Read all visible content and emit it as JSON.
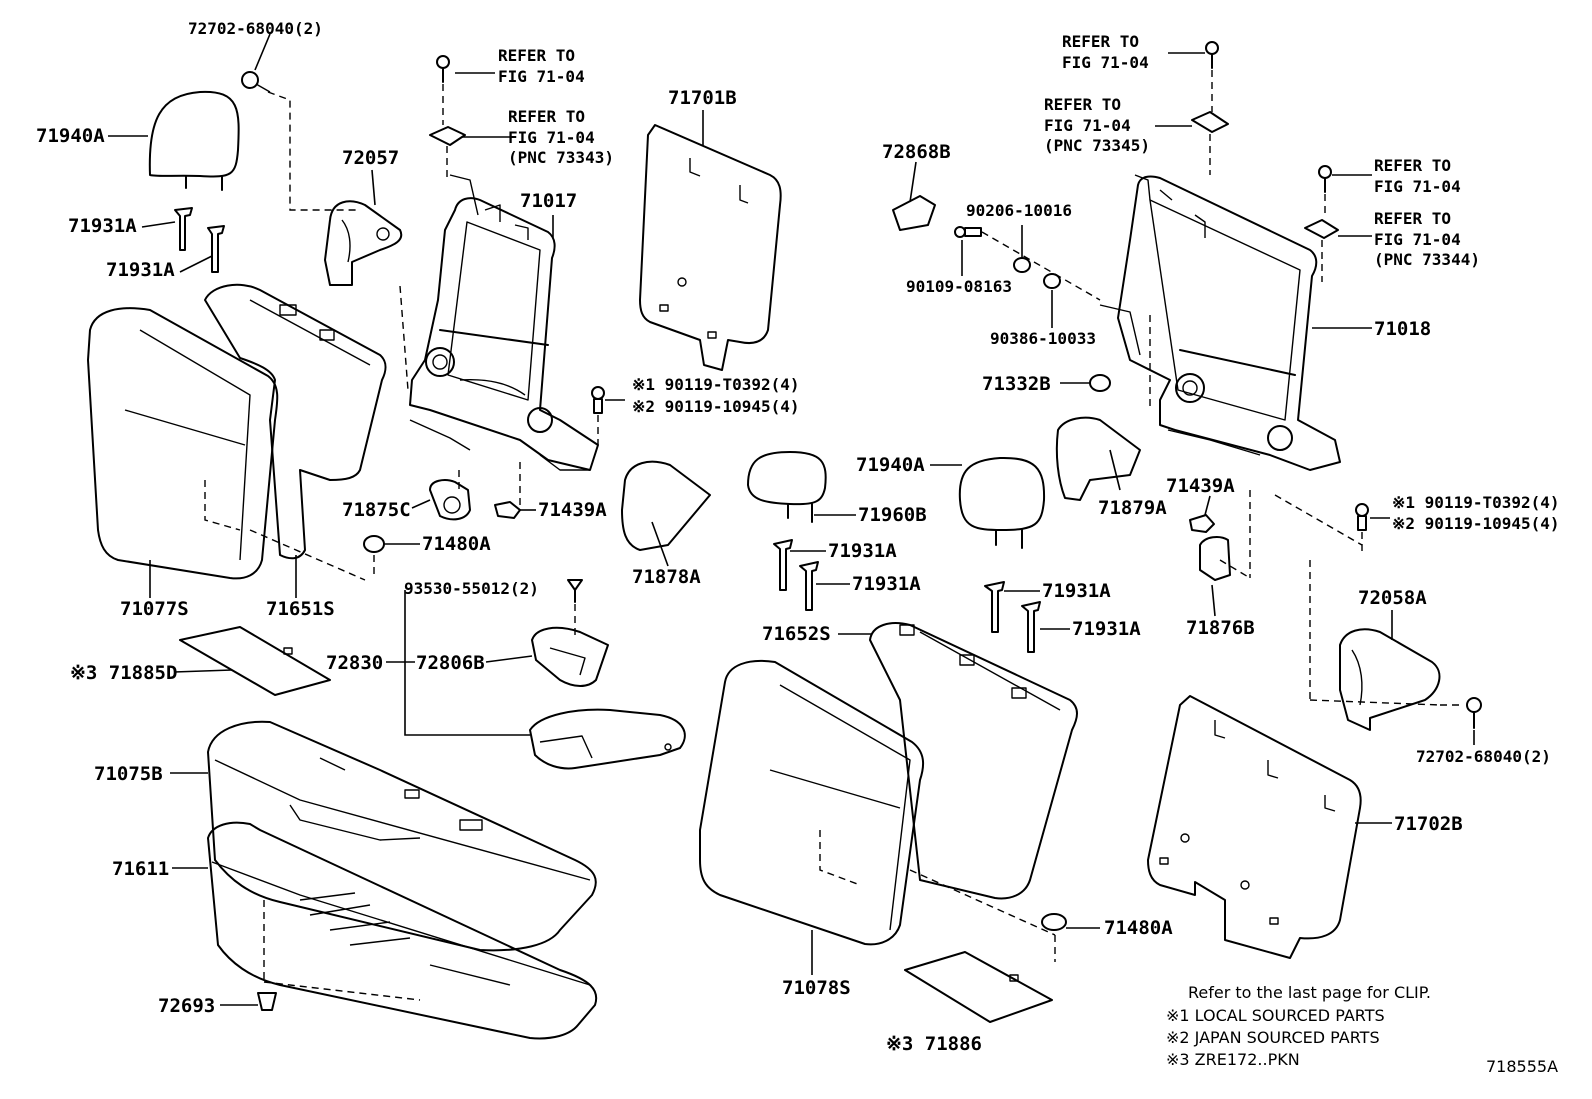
{
  "labels": {
    "p72702_left": "72702-68040(2)",
    "p71940A_left": "71940A",
    "p71931A_l1": "71931A",
    "p71931A_l2": "71931A",
    "p72057": "72057",
    "refer_top_a": "REFER TO",
    "refer_top_b": "FIG 71-04",
    "refer_mid_a": "REFER TO",
    "refer_mid_b": "FIG 71-04",
    "refer_mid_c": "(PNC 73343)",
    "p71701B": "71701B",
    "p71017": "71017",
    "p90119_1_left": "※1 90119-T0392(4)",
    "p90119_2_left": "※2 90119-10945(4)",
    "p71875C": "71875C",
    "p71439A_left": "71439A",
    "p71480A_left": "71480A",
    "p71077S": "71077S",
    "p71651S": "71651S",
    "p71878A": "71878A",
    "p93530": "93530-55012(2)",
    "p71885D": "※3 71885D",
    "p72830": "72830",
    "p72806B": "72806B",
    "p71075B": "71075B",
    "p71611": "71611",
    "p72693": "72693",
    "p71940A_mid": "71940A",
    "p71960B": "71960B",
    "p71931A_m1": "71931A",
    "p71931A_m2": "71931A",
    "p71931A_m3": "71931A",
    "p71931A_m4": "71931A",
    "p71652S": "71652S",
    "p71078S": "71078S",
    "p71480A_right": "71480A",
    "p71886": "※3 71886",
    "p72868B": "72868B",
    "p90206": "90206-10016",
    "p90109": "90109-08163",
    "p90386": "90386-10033",
    "p71332B": "71332B",
    "p71879A": "71879A",
    "p71439A_right": "71439A",
    "p71876B": "71876B",
    "refer_r1_a": "REFER TO",
    "refer_r1_b": "FIG 71-04",
    "refer_r2_a": "REFER TO",
    "refer_r2_b": "FIG 71-04",
    "refer_r2_c": "(PNC 73345)",
    "refer_r3_a": "REFER TO",
    "refer_r3_b": "FIG 71-04",
    "refer_r4_a": "REFER TO",
    "refer_r4_b": "FIG 71-04",
    "refer_r4_c": "(PNC 73344)",
    "p71018": "71018",
    "p90119_1_right": "※1 90119-T0392(4)",
    "p90119_2_right": "※2 90119-10945(4)",
    "p72058A": "72058A",
    "p72702_right": "72702-68040(2)",
    "p71702B": "71702B"
  },
  "notes": {
    "clip": "Refer to the last page for CLIP.",
    "n1": "※1 LOCAL SOURCED PARTS",
    "n2": "※2 JAPAN SOURCED PARTS",
    "n3": "※3 ZRE172..PKN",
    "figure_id": "718555A"
  }
}
